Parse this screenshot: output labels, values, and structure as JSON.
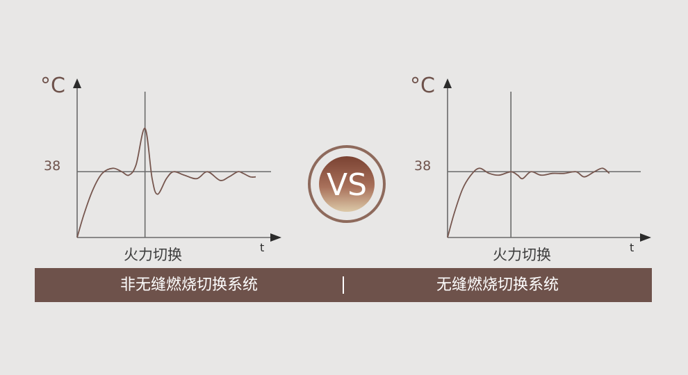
{
  "colors": {
    "background": "#e8e7e6",
    "axis": "#6a6a6a",
    "curve": "#76564e",
    "text": "#6e524b",
    "banner": "#6e524b",
    "vs_ring": "#8e6a5c",
    "vs_fill_top": "#7a4232",
    "vs_fill_bottom": "#dcc9a8"
  },
  "vs_label": "VS",
  "banner": {
    "left_label": "非无缝燃烧切换系统",
    "right_label": "无缝燃烧切换系统"
  },
  "chart_data": [
    {
      "type": "line",
      "ylabel": "°C",
      "xlabel": "t",
      "reference_value": 38,
      "reference_label": "38",
      "switch_marker_label": "火力切换",
      "switch_at": 0.38,
      "x_range": [
        0,
        1
      ],
      "y_range": [
        0,
        75
      ],
      "series": [
        {
          "x": [
            0.0,
            0.04,
            0.09,
            0.14,
            0.2,
            0.25,
            0.29,
            0.33,
            0.38,
            0.42,
            0.45,
            0.5,
            0.54,
            0.6,
            0.67,
            0.73,
            0.8,
            0.85,
            0.9,
            0.93,
            0.97,
            1.0
          ],
          "y": [
            0,
            14,
            28,
            37,
            40,
            38,
            36,
            42,
            63,
            34,
            25,
            34,
            38,
            36,
            34,
            38,
            33,
            35,
            38,
            37,
            35,
            35
          ]
        }
      ]
    },
    {
      "type": "line",
      "ylabel": "°C",
      "xlabel": "t",
      "reference_value": 38,
      "reference_label": "38",
      "switch_marker_label": "火力切换",
      "switch_at": 0.38,
      "x_range": [
        0,
        1
      ],
      "y_range": [
        0,
        75
      ],
      "series": [
        {
          "x": [
            0.0,
            0.04,
            0.09,
            0.14,
            0.19,
            0.25,
            0.31,
            0.38,
            0.42,
            0.45,
            0.5,
            0.56,
            0.63,
            0.7,
            0.77,
            0.82,
            0.88,
            0.93,
            0.97
          ],
          "y": [
            0,
            14,
            28,
            36,
            40,
            37,
            36,
            38,
            36,
            34,
            38,
            36,
            37,
            37,
            38,
            35,
            38,
            40,
            37
          ]
        }
      ]
    }
  ]
}
